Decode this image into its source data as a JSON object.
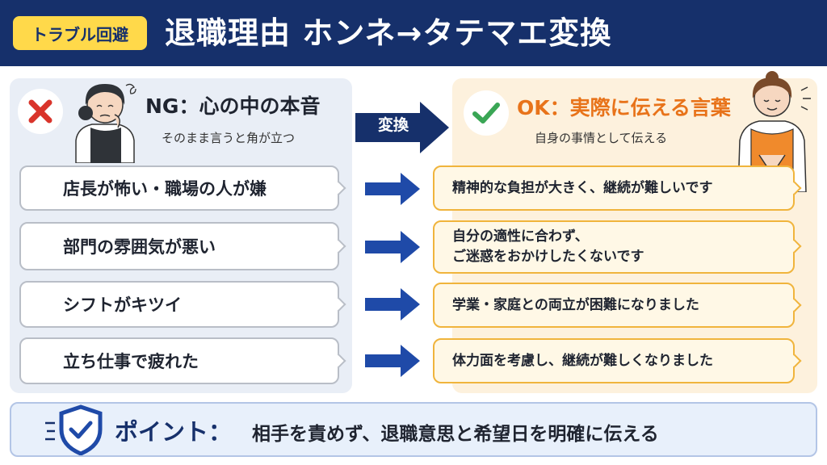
{
  "header": {
    "tag": "トラブル回避",
    "title": "退職理由 ホンネ→タテマエ変換"
  },
  "ng": {
    "heading": "NG：心の中の本音",
    "subheading": "そのまま言うと角が立つ",
    "items": [
      "店長が怖い・職場の人が嫌",
      "部門の雰囲気が悪い",
      "シフトがキツイ",
      "立ち仕事で疲れた"
    ]
  },
  "convert_label": "変換",
  "ok": {
    "heading": "OK：実際に伝える言葉",
    "subheading": "自身の事情として伝える",
    "items": [
      {
        "line1": "精神的な負担が大きく、継続が難しいです",
        "line2": ""
      },
      {
        "line1": "自分の適性に合わず、",
        "line2": "ご迷惑をおかけしたくないです"
      },
      {
        "line1": "学業・家庭との両立が困難になりました",
        "line2": ""
      },
      {
        "line1": "体力面を考慮し、継続が難しくなりました",
        "line2": ""
      }
    ]
  },
  "point": {
    "label": "ポイント：",
    "text": "相手を責めず、退職意思と希望日を明確に伝える"
  },
  "colors": {
    "navy": "#16306b",
    "accent_yellow": "#ffd94a",
    "ok_orange": "#e8731a",
    "ng_red": "#d9342b",
    "ok_green": "#3aa655",
    "arrow_blue": "#1f4aa8"
  },
  "icons": [
    "ng-cross-icon",
    "ok-check-icon",
    "worried-woman-illustration",
    "bowing-woman-illustration",
    "shield-check-icon"
  ]
}
